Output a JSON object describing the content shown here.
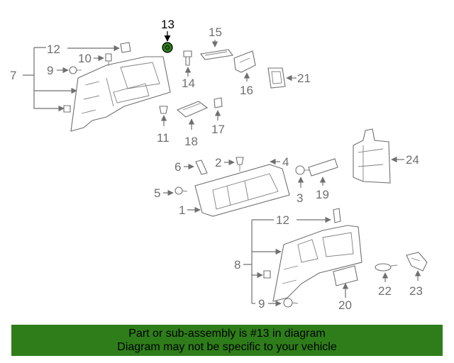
{
  "diagram": {
    "highlight_color": "#2e7d1a",
    "callouts": {
      "c1": "1",
      "c2": "2",
      "c3": "3",
      "c4": "4",
      "c5": "5",
      "c6": "6",
      "c7": "7",
      "c8": "8",
      "c9a": "9",
      "c9b": "9",
      "c10": "10",
      "c11": "11",
      "c12a": "12",
      "c12b": "12",
      "c13": "13",
      "c14": "14",
      "c15": "15",
      "c16": "16",
      "c17": "17",
      "c18": "18",
      "c19": "19",
      "c20": "20",
      "c21": "21",
      "c22": "22",
      "c23": "23",
      "c24": "24"
    }
  },
  "banner": {
    "line1": "Part or sub-assembly is #13 in diagram",
    "line2": "Diagram may not be specific to your vehicle",
    "background": "#2e7d1a"
  }
}
